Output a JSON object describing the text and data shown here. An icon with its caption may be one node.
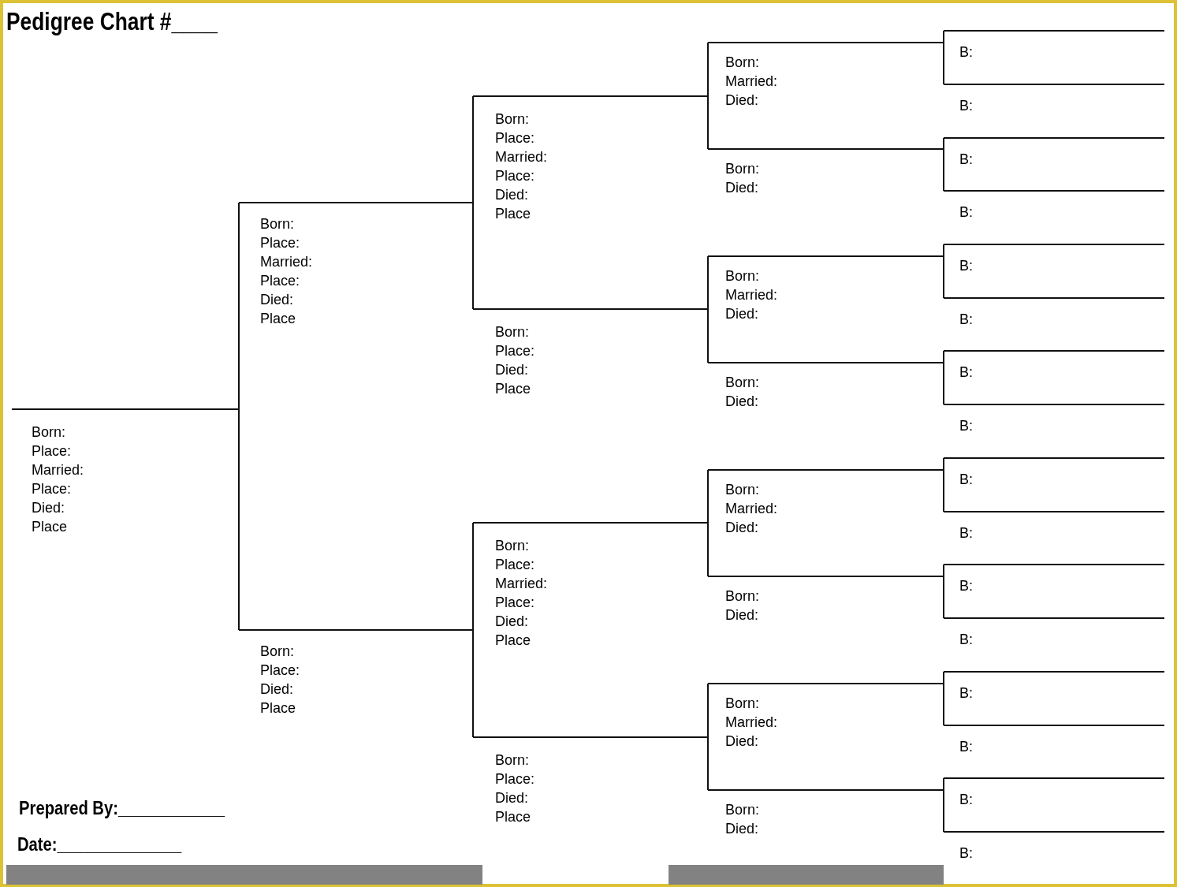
{
  "diagram": {
    "title": "Pedigree Chart #____",
    "nodes": [
      {
        "text": [
          "Born:",
          "Place:",
          "Married:",
          "Place:",
          "Died:",
          "Place"
        ]
      },
      {
        "text": [
          "Born:",
          "Place:",
          "Married:",
          "Place:",
          "Died:",
          "Place"
        ]
      },
      {
        "text": [
          "Born:",
          "Place:",
          "Died:",
          "Place"
        ]
      },
      {
        "text": [
          "Born:",
          "Place:",
          "Married:",
          "Place:",
          "Died:",
          "Place"
        ]
      },
      {
        "text": [
          "Born:",
          "Place:",
          "Died:",
          "Place"
        ]
      },
      {
        "text": [
          "Born:",
          "Place:",
          "Married:",
          "Place:",
          "Died:",
          "Place"
        ]
      },
      {
        "text": [
          "Born:",
          "Place:",
          "Died:",
          "Place"
        ]
      },
      {
        "text": [
          "Born:",
          "Married:",
          "Died:"
        ]
      },
      {
        "text": [
          "Born:",
          "Died:"
        ]
      },
      {
        "text": [
          "Born:",
          "Married:",
          "Died:"
        ]
      },
      {
        "text": [
          "Born:",
          "Died:"
        ]
      },
      {
        "text": [
          "Born:",
          "Married:",
          "Died:"
        ]
      },
      {
        "text": [
          "Born:",
          "Died:"
        ]
      },
      {
        "text": [
          "Born:",
          "Married:",
          "Died:"
        ]
      },
      {
        "text": [
          "Born:",
          "Died:"
        ]
      },
      {
        "text": [
          "B:"
        ]
      },
      {
        "text": [
          "B:"
        ]
      },
      {
        "text": [
          "B:"
        ]
      },
      {
        "text": [
          "B:"
        ]
      },
      {
        "text": [
          "B:"
        ]
      },
      {
        "text": [
          "B:"
        ]
      },
      {
        "text": [
          "B:"
        ]
      },
      {
        "text": [
          "B:"
        ]
      },
      {
        "text": [
          "B:"
        ]
      },
      {
        "text": [
          "B:"
        ]
      },
      {
        "text": [
          "B:"
        ]
      },
      {
        "text": [
          "B:"
        ]
      },
      {
        "text": [
          "B:"
        ]
      },
      {
        "text": [
          "B:"
        ]
      },
      {
        "text": [
          "B:"
        ]
      },
      {
        "text": [
          "B:"
        ]
      }
    ],
    "edges": [
      {
        "from": 0,
        "to": 1,
        "arrow": "none"
      },
      {
        "from": 0,
        "to": 2,
        "arrow": "none"
      },
      {
        "from": 1,
        "to": 3,
        "arrow": "none"
      },
      {
        "from": 1,
        "to": 4,
        "arrow": "none"
      },
      {
        "from": 2,
        "to": 5,
        "arrow": "none"
      },
      {
        "from": 2,
        "to": 6,
        "arrow": "none"
      },
      {
        "from": 3,
        "to": 7,
        "arrow": "none"
      },
      {
        "from": 3,
        "to": 8,
        "arrow": "none"
      },
      {
        "from": 4,
        "to": 9,
        "arrow": "none"
      },
      {
        "from": 4,
        "to": 10,
        "arrow": "none"
      },
      {
        "from": 5,
        "to": 11,
        "arrow": "none"
      },
      {
        "from": 5,
        "to": 12,
        "arrow": "none"
      },
      {
        "from": 6,
        "to": 13,
        "arrow": "none"
      },
      {
        "from": 6,
        "to": 14,
        "arrow": "none"
      },
      {
        "from": 7,
        "to": 15,
        "arrow": "none"
      },
      {
        "from": 7,
        "to": 16,
        "arrow": "none"
      },
      {
        "from": 8,
        "to": 17,
        "arrow": "none"
      },
      {
        "from": 8,
        "to": 18,
        "arrow": "none"
      },
      {
        "from": 9,
        "to": 19,
        "arrow": "none"
      },
      {
        "from": 9,
        "to": 20,
        "arrow": "none"
      },
      {
        "from": 10,
        "to": 21,
        "arrow": "none"
      },
      {
        "from": 10,
        "to": 22,
        "arrow": "none"
      },
      {
        "from": 11,
        "to": 23,
        "arrow": "none"
      },
      {
        "from": 11,
        "to": 24,
        "arrow": "none"
      },
      {
        "from": 12,
        "to": 25,
        "arrow": "none"
      },
      {
        "from": 12,
        "to": 26,
        "arrow": "none"
      },
      {
        "from": 13,
        "to": 27,
        "arrow": "none"
      },
      {
        "from": 13,
        "to": 28,
        "arrow": "none"
      },
      {
        "from": 14,
        "to": 29,
        "arrow": "none"
      },
      {
        "from": 14,
        "to": 30,
        "arrow": "none"
      }
    ],
    "labels": [
      "Prepared By:____________",
      "Date:______________"
    ]
  }
}
